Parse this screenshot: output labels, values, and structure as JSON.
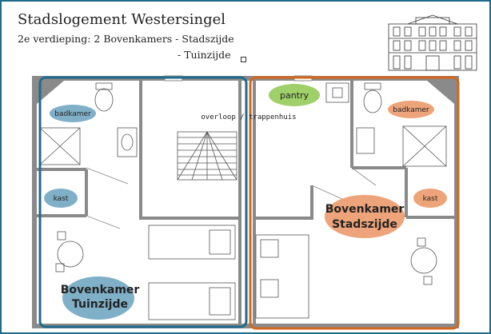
{
  "header": {
    "title": "Stadslogement Westersingel",
    "subtitle_line1": "2e verdieping: 2 Bovenkamers - Stadszijde",
    "subtitle_line2": "- Tuinzijde"
  },
  "labels": {
    "badkamer_left": "badkamer",
    "kast_left": "kast",
    "bovenkamer_tuinzijde_1": "Bovenkamer",
    "bovenkamer_tuinzijde_2": "Tuinzijde",
    "overloop": "overloop / trappenhuis",
    "pantry": "pantry",
    "badkamer_right": "badkamer",
    "kast_right": "kast",
    "bovenkamer_stadszijde_1": "Bovenkamer",
    "bovenkamer_stadszijde_2": "Stadszijde"
  },
  "colors": {
    "tuinzijde_outline": "#1f6b8c",
    "tuinzijde_label": "#7fb0c8",
    "stadszijde_outline": "#d2691e",
    "stadszijde_label": "#eea47a",
    "pantry_label": "#9fd06a",
    "wall": "#7a7a7a"
  }
}
